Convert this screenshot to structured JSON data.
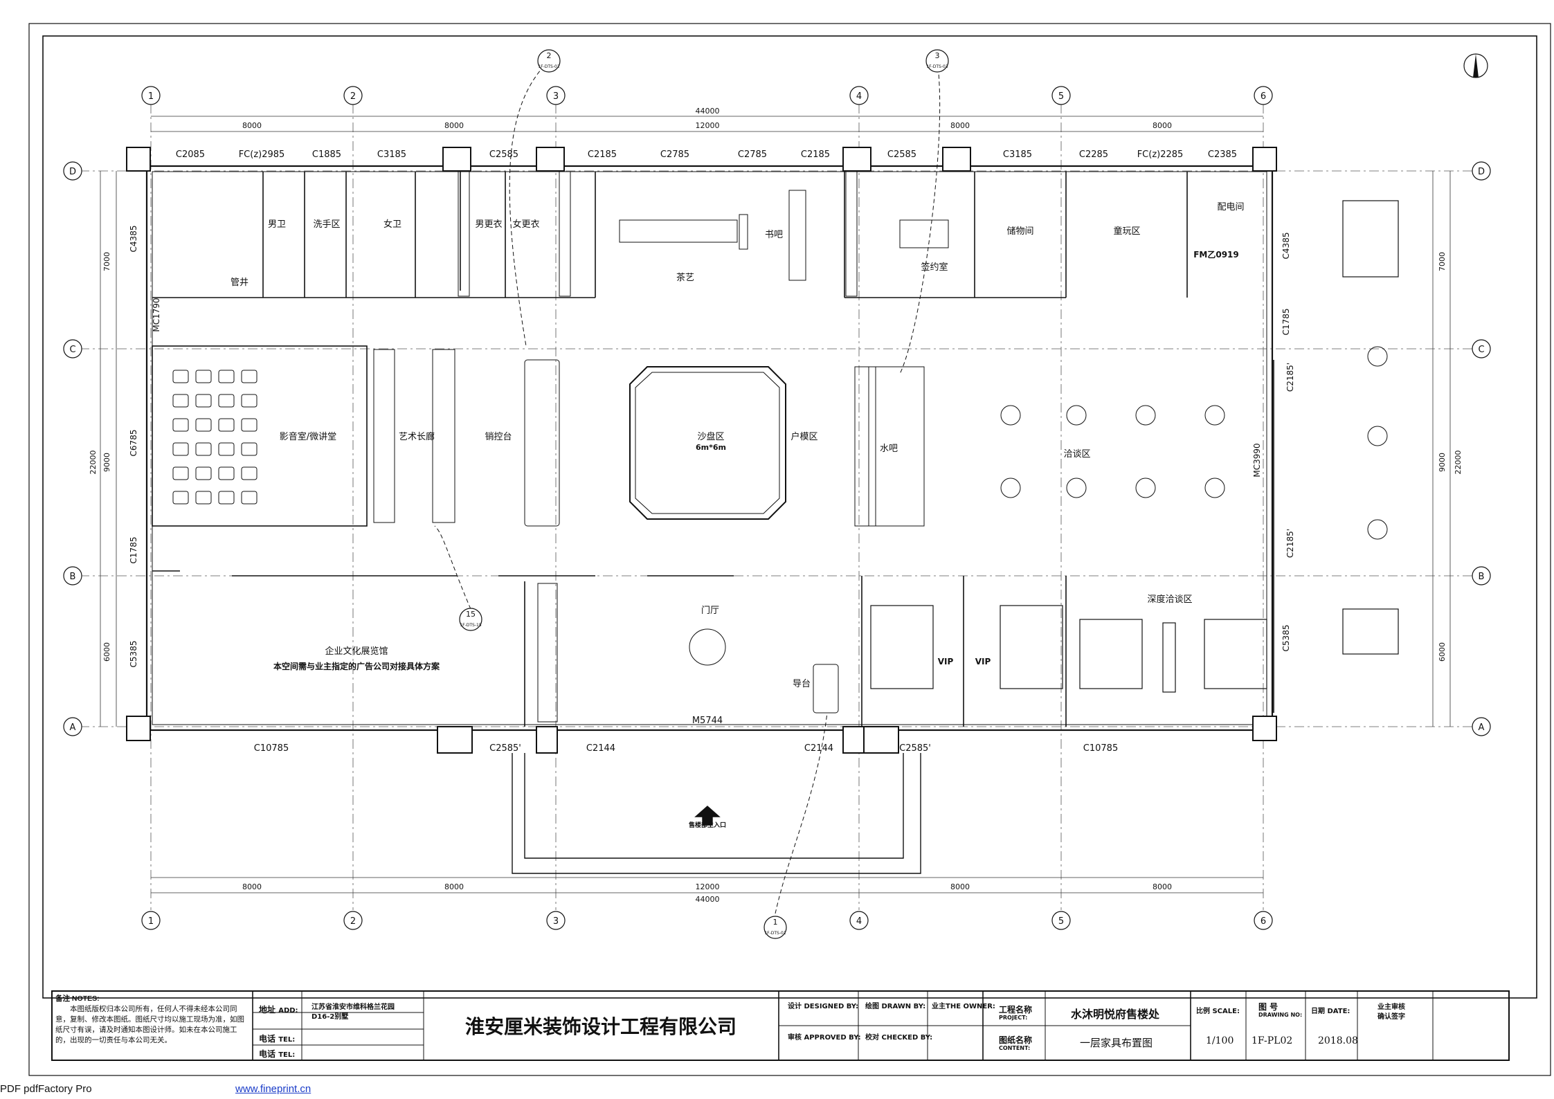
{
  "drawing": {
    "axis_numbers": [
      "1",
      "2",
      "3",
      "4",
      "5",
      "6"
    ],
    "axis_letters": [
      "D",
      "C",
      "B",
      "A"
    ],
    "dims_top_fine": [
      "8000",
      "8000",
      "12000",
      "8000",
      "8000"
    ],
    "dims_top_total": "44000",
    "dims_left_fine": [
      "7000",
      "9000",
      "6000"
    ],
    "dims_left_total": "22000",
    "section_marks": [
      {
        "num": "2",
        "ref": "1F-DTS-02"
      },
      {
        "num": "3",
        "ref": "1F-DTS-03"
      },
      {
        "num": "1",
        "ref": "1F-DTS-01"
      },
      {
        "num": "15",
        "ref": "1F-DTS-15"
      }
    ],
    "window_labels_top": [
      "C2085",
      "FC(z)2985",
      "C1885",
      "C3185",
      "C2585",
      "C2185",
      "C2785",
      "C2785",
      "C2185",
      "C2585",
      "C3185",
      "C2285",
      "FC(z)2285",
      "C2385"
    ],
    "window_labels_bottom": [
      "C10785",
      "C2585'",
      "C2144",
      "C2144",
      "C2585'",
      "C10785"
    ],
    "door_main": "M5744",
    "side_labels_left": [
      "C4385",
      "MC1790",
      "C6785",
      "C1785",
      "C5385"
    ],
    "side_labels_right": [
      "C4385",
      "C1785",
      "C2185'",
      "MC3990",
      "C2185'",
      "C5385"
    ],
    "rooms": {
      "men_wc": "男卫",
      "wash": "洗手区",
      "women_wc": "女卫",
      "men_locker": "男更衣",
      "women_locker": "女更衣",
      "tea": "茶艺",
      "book_bar": "书吧",
      "signing": "签约室",
      "storage": "储物间",
      "kids": "童玩区",
      "power": "配电间",
      "shaft": "管井",
      "door_fm": "FM乙0919",
      "cinema": "影音室/微讲堂",
      "gallery": "艺术长廊",
      "sales": "销控台",
      "sand": "沙盘区",
      "sand_size": "6m*6m",
      "model": "户模区",
      "water": "水吧",
      "talk": "洽谈区",
      "lobby": "门厅",
      "guide": "导台",
      "vip1": "VIP",
      "vip2": "VIP",
      "deep_talk": "深度洽谈区",
      "culture": "企业文化展览馆",
      "culture_note": "本空间需与业主指定的广告公司对接具体方案",
      "entrance": "售楼部主入口"
    }
  },
  "title_block": {
    "notes_title": "备注 NOTES:",
    "notes_body": "本图纸版权归本公司所有，任何人不得未经本公司同意，复制、修改本图纸。图纸尺寸均以施工现场为准，如图纸尺寸有误，请及时通知本图设计师。如未在本公司施工的，出现的一切责任与本公司无关。",
    "address_label": "地址",
    "address_label_en": "ADD:",
    "address_value_1": "江苏省淮安市维科格兰花园",
    "address_value_2": "D16-2别墅",
    "tel_label_1": "电话",
    "tel_label_1_en": "TEL:",
    "tel_label_2": "电话",
    "tel_label_2_en": "TEL:",
    "company": "淮安厘米装饰设计工程有限公司",
    "designed_by": "设计 DESIGNED BY:",
    "drawn_by": "绘图 DRAWN BY:",
    "owner": "业主THE OWNER:",
    "approved_by": "审核 APPROVED BY:",
    "checked_by": "校对 CHECKED BY:",
    "project_label": "工程名称",
    "project_label_en": "PROJECT:",
    "project_value": "水沐明悦府售楼处",
    "content_label": "图纸名称",
    "content_label_en": "CONTENT:",
    "content_value": "一层家具布置图",
    "scale_label": "比例 SCALE:",
    "scale_value": "1/100",
    "drawing_no_label": "图 号",
    "drawing_no_label_en": "DRAWING NO:",
    "drawing_no_value": "1F-PL02",
    "date_label": "日期 DATE:",
    "date_value": "2018.08",
    "sign_1": "业主审核",
    "sign_2": "确认签字"
  },
  "footer": {
    "left": "PDF   pdfFactory Pro",
    "link": "www.fineprint.cn"
  }
}
